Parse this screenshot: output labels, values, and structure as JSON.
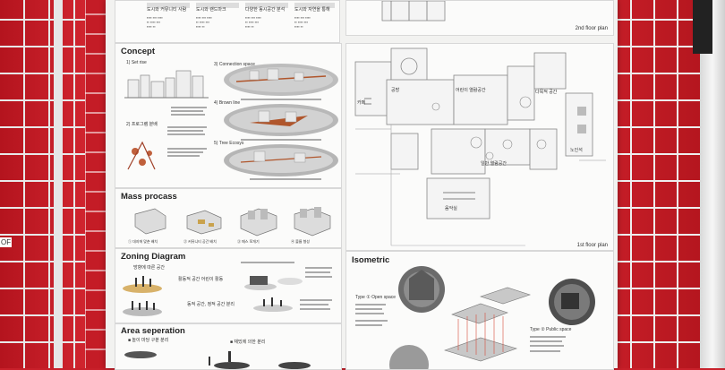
{
  "poster": {
    "top_captions": [
      "도시와 커뮤니티 사람",
      "도시와 랜드마크",
      "다양한 동시공간 분석",
      "도시와 자연을 통해"
    ],
    "floor2_label": "2nd floor plan",
    "floor1_label": "1st floor plan",
    "concept": {
      "title": "Concept",
      "labels": [
        "1) Set rise",
        "2) 프로그램 분배",
        "3) Connection space",
        "4) Brown line",
        "5) Tree Ecosys"
      ]
    },
    "mass": {
      "title": "Mass procass",
      "captions": [
        "① 대지에 맞춘 배치",
        "② 커뮤니티 공간 배치",
        "③ 매스 쪼개기",
        "④ 볼륨 형성"
      ]
    },
    "zoning": {
      "title": "Zoning Diagram",
      "notes": [
        "방향에 따른 공간",
        "활동적 공간 어린이 활동",
        "동적 공간, 정적 공간 분리"
      ]
    },
    "area": {
      "title": "Area seperation",
      "notes": [
        "■ 놀이 마당 구분 분리",
        "■ 채밌에 의한 분리"
      ]
    },
    "isometric": {
      "title": "Isometric",
      "type1": "Type ① Open space",
      "type2": "Type ② Public space"
    },
    "plan_rooms": [
      "공방",
      "어린이 열람공간",
      "카페",
      "다목적 공간",
      "일반 열람공간",
      "음악실",
      "노인석"
    ]
  },
  "side_label": "OF"
}
